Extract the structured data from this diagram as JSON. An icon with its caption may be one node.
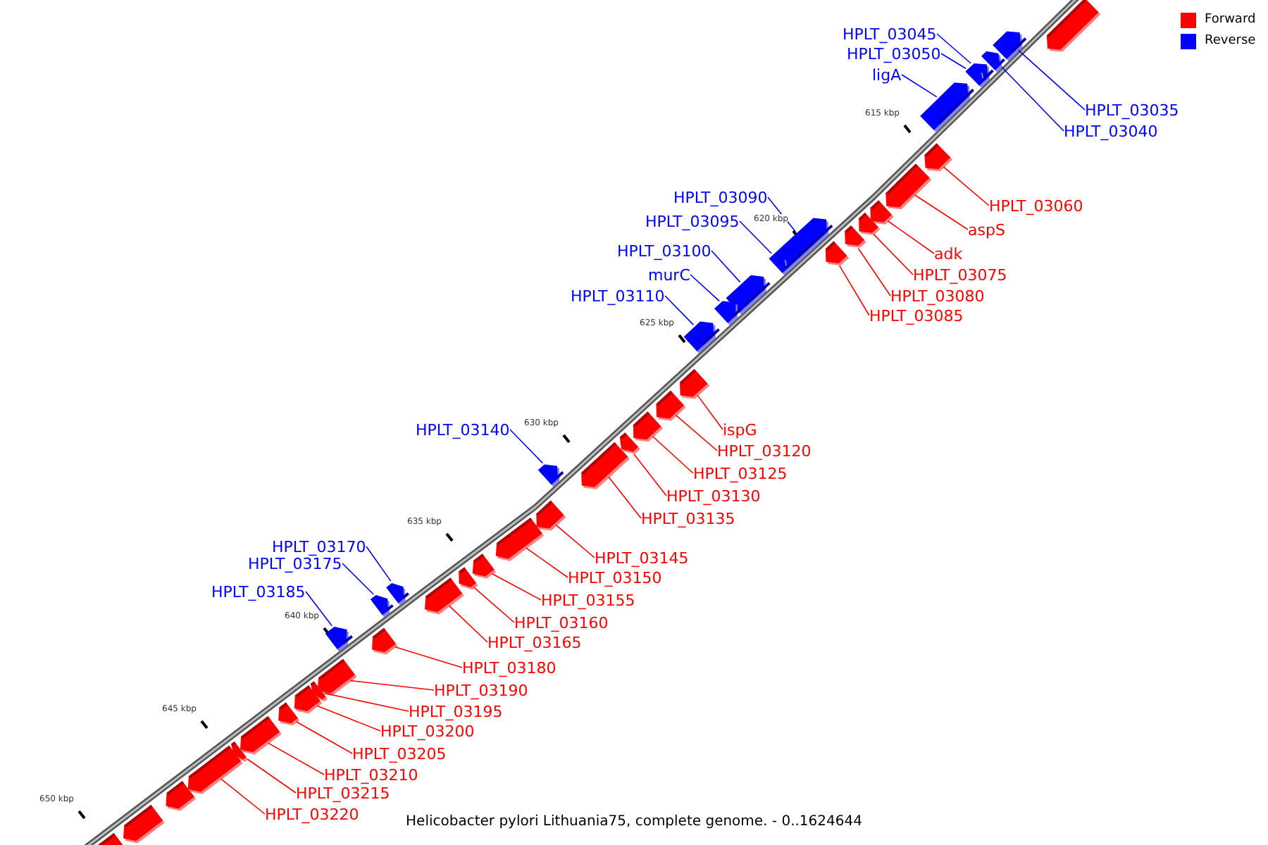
{
  "diagram": {
    "caption": "Helicobacter pylori Lithuania75, complete genome. - 0..1624644",
    "nodes": [
      {
        "text": [
          "HPLT_03045"
        ]
      },
      {
        "text": [
          "HPLT_03050"
        ]
      },
      {
        "text": [
          "ligA"
        ]
      },
      {
        "text": [
          "HPLT_03035"
        ]
      },
      {
        "text": [
          "HPLT_03040"
        ]
      },
      {
        "text": [
          "HPLT_03090"
        ]
      },
      {
        "text": [
          "HPLT_03095"
        ]
      },
      {
        "text": [
          "HPLT_03100"
        ]
      },
      {
        "text": [
          "murC"
        ]
      },
      {
        "text": [
          "HPLT_03110"
        ]
      },
      {
        "text": [
          "HPLT_03140"
        ]
      },
      {
        "text": [
          "HPLT_03170"
        ]
      },
      {
        "text": [
          "HPLT_03175"
        ]
      },
      {
        "text": [
          "HPLT_03185"
        ]
      },
      {
        "text": [
          "HPLT_03060"
        ]
      },
      {
        "text": [
          "aspS"
        ]
      },
      {
        "text": [
          "adk"
        ]
      },
      {
        "text": [
          "HPLT_03075"
        ]
      },
      {
        "text": [
          "HPLT_03080"
        ]
      },
      {
        "text": [
          "HPLT_03085"
        ]
      },
      {
        "text": [
          "ispG"
        ]
      },
      {
        "text": [
          "HPLT_03120"
        ]
      },
      {
        "text": [
          "HPLT_03125"
        ]
      },
      {
        "text": [
          "HPLT_03130"
        ]
      },
      {
        "text": [
          "HPLT_03135"
        ]
      },
      {
        "text": [
          "HPLT_03145"
        ]
      },
      {
        "text": [
          "HPLT_03150"
        ]
      },
      {
        "text": [
          "HPLT_03155"
        ]
      },
      {
        "text": [
          "HPLT_03160"
        ]
      },
      {
        "text": [
          "HPLT_03165"
        ]
      },
      {
        "text": [
          "HPLT_03180"
        ]
      },
      {
        "text": [
          "HPLT_03190"
        ]
      },
      {
        "text": [
          "HPLT_03195"
        ]
      },
      {
        "text": [
          "HPLT_03200"
        ]
      },
      {
        "text": [
          "HPLT_03205"
        ]
      },
      {
        "text": [
          "HPLT_03210"
        ]
      },
      {
        "text": [
          "HPLT_03215"
        ]
      },
      {
        "text": [
          "HPLT_03220"
        ]
      },
      {
        "text": [],
        "shape": "box"
      },
      {
        "text": [],
        "shape": "box"
      },
      {
        "text": [],
        "shape": "box"
      },
      {
        "text": [],
        "shape": "box"
      },
      {
        "text": [],
        "shape": "box"
      },
      {
        "text": [],
        "shape": "box"
      },
      {
        "text": [],
        "shape": "box"
      },
      {
        "text": [],
        "shape": "box"
      },
      {
        "text": [],
        "shape": "box"
      },
      {
        "text": [],
        "shape": "box"
      },
      {
        "text": [],
        "shape": "box"
      },
      {
        "text": [],
        "shape": "box"
      },
      {
        "text": [],
        "shape": "box"
      },
      {
        "text": [],
        "shape": "box"
      },
      {
        "text": [],
        "shape": "box"
      },
      {
        "text": [],
        "shape": "box"
      },
      {
        "text": [],
        "shape": "box"
      },
      {
        "text": [],
        "shape": "box"
      },
      {
        "text": [],
        "shape": "box"
      },
      {
        "text": [],
        "shape": "box"
      },
      {
        "text": [],
        "shape": "box"
      },
      {
        "text": [],
        "shape": "box"
      },
      {
        "text": [],
        "shape": "box"
      },
      {
        "text": [],
        "shape": "box"
      },
      {
        "text": [],
        "shape": "box"
      },
      {
        "text": [],
        "shape": "box"
      },
      {
        "text": [],
        "shape": "box"
      },
      {
        "text": [],
        "shape": "box"
      },
      {
        "text": [],
        "shape": "box"
      },
      {
        "text": [],
        "shape": "box"
      },
      {
        "text": [],
        "shape": "box"
      },
      {
        "text": [],
        "shape": "box"
      },
      {
        "text": [],
        "shape": "box"
      },
      {
        "text": [],
        "shape": "box"
      },
      {
        "text": [],
        "shape": "box"
      },
      {
        "text": [],
        "shape": "box"
      },
      {
        "text": [],
        "shape": "box"
      },
      {
        "text": [],
        "shape": "box"
      },
      {
        "text": [],
        "shape": "box"
      },
      {
        "text": [],
        "shape": "box"
      },
      {
        "text": [],
        "shape": "box"
      },
      {
        "text": [],
        "shape": "box"
      }
    ],
    "edges": [
      {
        "from": 0,
        "to": 39,
        "arrow": "none",
        "color": "#0000ff"
      },
      {
        "from": 1,
        "to": 40,
        "arrow": "none",
        "color": "#0000ff"
      },
      {
        "from": 2,
        "to": 42,
        "arrow": "none",
        "color": "#0000ff"
      },
      {
        "from": 3,
        "to": 41,
        "arrow": "none",
        "color": "#0000ff"
      },
      {
        "from": 4,
        "to": 43,
        "arrow": "none",
        "color": "#0000ff"
      },
      {
        "from": 5,
        "to": 46,
        "arrow": "none",
        "color": "#0000ff"
      },
      {
        "from": 6,
        "to": 49,
        "arrow": "none",
        "color": "#0000ff"
      },
      {
        "from": 7,
        "to": 52,
        "arrow": "none",
        "color": "#0000ff"
      },
      {
        "from": 8,
        "to": 53,
        "arrow": "none",
        "color": "#0000ff"
      },
      {
        "from": 9,
        "to": 54,
        "arrow": "none",
        "color": "#0000ff"
      },
      {
        "from": 10,
        "to": 58,
        "arrow": "none",
        "color": "#0000ff"
      },
      {
        "from": 11,
        "to": 63,
        "arrow": "none",
        "color": "#0000ff"
      },
      {
        "from": 12,
        "to": 65,
        "arrow": "none",
        "color": "#0000ff"
      },
      {
        "from": 13,
        "to": 68,
        "arrow": "none",
        "color": "#0000ff"
      },
      {
        "from": 14,
        "to": 44,
        "arrow": "none"
      },
      {
        "from": 15,
        "to": 45,
        "arrow": "none"
      },
      {
        "from": 16,
        "to": 47,
        "arrow": "none"
      },
      {
        "from": 17,
        "to": 48,
        "arrow": "none"
      },
      {
        "from": 18,
        "to": 50,
        "arrow": "none"
      },
      {
        "from": 19,
        "to": 51,
        "arrow": "none"
      },
      {
        "from": 20,
        "to": 55,
        "arrow": "none"
      },
      {
        "from": 21,
        "to": 56,
        "arrow": "none"
      },
      {
        "from": 22,
        "to": 57,
        "arrow": "none"
      },
      {
        "from": 23,
        "to": 59,
        "arrow": "none"
      },
      {
        "from": 24,
        "to": 60,
        "arrow": "none"
      },
      {
        "from": 25,
        "to": 61,
        "arrow": "none"
      },
      {
        "from": 26,
        "to": 62,
        "arrow": "none"
      },
      {
        "from": 27,
        "to": 64,
        "arrow": "none"
      },
      {
        "from": 28,
        "to": 66,
        "arrow": "none"
      },
      {
        "from": 29,
        "to": 67,
        "arrow": "none"
      },
      {
        "from": 30,
        "to": 69,
        "arrow": "none"
      },
      {
        "from": 31,
        "to": 70,
        "arrow": "none"
      },
      {
        "from": 32,
        "to": 71,
        "arrow": "none"
      },
      {
        "from": 33,
        "to": 72,
        "arrow": "none"
      },
      {
        "from": 34,
        "to": 73,
        "arrow": "none"
      },
      {
        "from": 35,
        "to": 74,
        "arrow": "none"
      },
      {
        "from": 36,
        "to": 75,
        "arrow": "none"
      },
      {
        "from": 37,
        "to": 76,
        "arrow": "none"
      }
    ],
    "labels": [
      "615 kbp",
      "620 kbp",
      "625 kbp",
      "630 kbp",
      "635 kbp",
      "640 kbp",
      "645 kbp",
      "650 kbp"
    ],
    "legend": [
      {
        "text": "Forward",
        "color": "#ff0000"
      },
      {
        "text": "Reverse",
        "color": "#0000ff"
      }
    ]
  }
}
